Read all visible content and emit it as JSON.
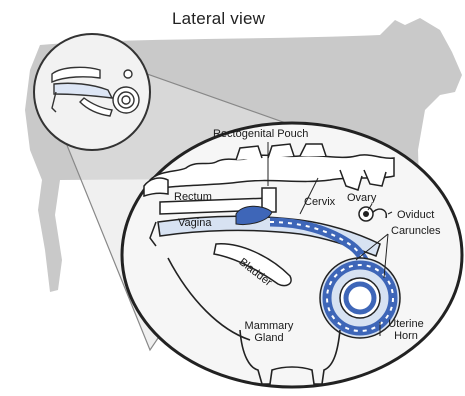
{
  "title": "Lateral view",
  "labels": {
    "rectogenital_pouch": "Rectogenital Pouch",
    "rectum": "Rectum",
    "cervix": "Cervix",
    "ovary": "Ovary",
    "oviduct": "Oviduct",
    "vagina": "Vagina",
    "caruncles": "Caruncles",
    "bladder": "Bladder",
    "uterine_horn_line1": "Uterine",
    "uterine_horn_line2": "Horn",
    "mammary_line1": "Mammary",
    "mammary_line2": "Gland"
  },
  "colors": {
    "cow_silhouette": "#c9c9c9",
    "reproductive_blue": "#3e66b8",
    "light_blue": "#d7e2f2",
    "outline": "#222222"
  }
}
